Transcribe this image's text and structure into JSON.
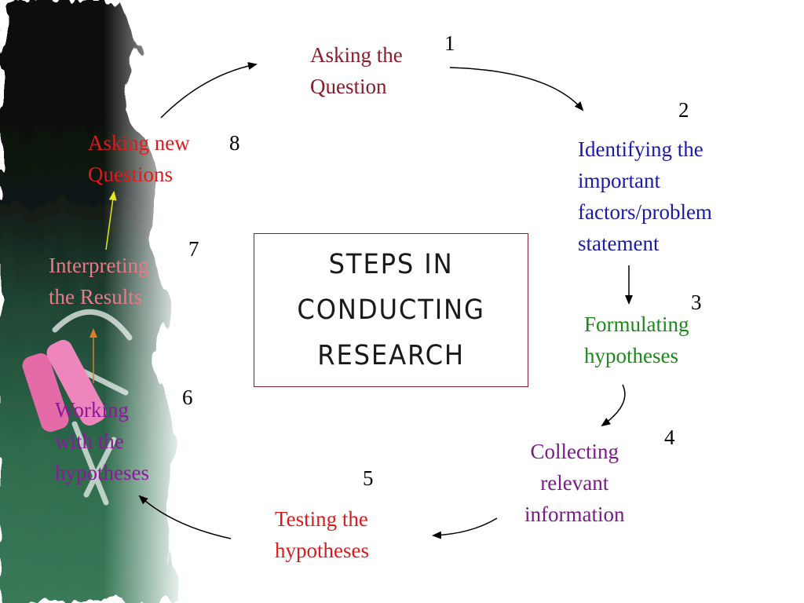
{
  "title": {
    "lines": [
      "STEPS IN",
      "CONDUCTING",
      "RESEARCH"
    ]
  },
  "steps": [
    {
      "number": "1",
      "lines": [
        "Asking the",
        "Question"
      ],
      "color": "#8b1a2a"
    },
    {
      "number": "2",
      "lines": [
        "Identifying the",
        "important",
        "factors/problem",
        "statement"
      ],
      "color": "#1a1aa8"
    },
    {
      "number": "3",
      "lines": [
        "Formulating",
        "hypotheses"
      ],
      "color": "#1a8a1a"
    },
    {
      "number": "4",
      "lines": [
        "Collecting",
        "relevant",
        "information"
      ],
      "color": "#7a1a8a"
    },
    {
      "number": "5",
      "lines": [
        "Testing the",
        "hypotheses"
      ],
      "color": "#e01a1a"
    },
    {
      "number": "6",
      "lines": [
        "Working",
        "with the",
        "hypotheses"
      ],
      "color": "#8a1a9a"
    },
    {
      "number": "7",
      "lines": [
        "Interpreting",
        "the Results"
      ],
      "color": "#e87a8a"
    },
    {
      "number": "8",
      "lines": [
        "Asking new",
        "Questions"
      ],
      "color": "#e01a1a"
    }
  ],
  "colors": {
    "title_border": "#8b1a2a",
    "arrow_default": "#000000",
    "arrow_7_to_8": "#e6e61a",
    "arrow_6_to_7": "#e07a2a",
    "chalkboard_dark": "#0a0a0a",
    "chalkboard_green": "#2e6b4c"
  },
  "decoration": "chalkboard-with-chalk"
}
